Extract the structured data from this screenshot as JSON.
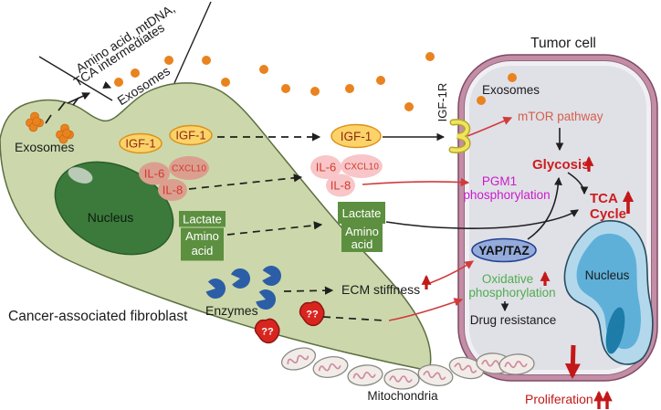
{
  "figure": {
    "fibroblast": {
      "label": "Cancer-associated fibroblast",
      "exosomes_label": "Exosomes",
      "nucleus_label": "Nucleus",
      "enzymes_label": "Enzymes",
      "unknown_factor": "??",
      "igf1_a": "IGF-1",
      "igf1_b": "IGF-1",
      "il6": "IL-6",
      "cxcl10": "CXCL10",
      "il8": "IL-8",
      "lactate": "Lactate",
      "amino_line1": "Amino",
      "amino_line2": "acid"
    },
    "secreted": {
      "cargo_line1": "Amino acid, mtDNA,",
      "cargo_line2": "TCA intermediates",
      "exosomes_label": "Exosomes",
      "igf1": "IGF-1",
      "il6": "IL-6",
      "cxcl10": "CXCL10",
      "il8": "IL-8",
      "lactate": "Lactate",
      "amino_line1": "Amino",
      "amino_line2": "acid",
      "ecm_stiffness": "ECM stiffness"
    },
    "mitochondria_label": "Mitochondria",
    "tumor": {
      "title": "Tumor cell",
      "exosomes_label": "Exosomes",
      "receptor": "IGF-1R",
      "mtor": "mTOR pathway",
      "glycosis": "Glycosis",
      "pgm1_line1": "PGM1",
      "pgm1_line2": "phosphorylation",
      "tca_line1": "TCA",
      "tca_line2": "Cycle",
      "yap_taz": "YAP/TAZ",
      "oxphos_line1": "Oxidative",
      "oxphos_line2": "phosphorylation",
      "drug_resistance": "Drug resistance",
      "nucleus_label": "Nucleus",
      "proliferation": "Proliferation"
    },
    "colors": {
      "exosome_orange": "#E8831F",
      "igf1_fill": "#FBD369",
      "igf1_text": "#8E2A15",
      "cytokine_fill_caf": "#DB9F90",
      "cytokine_fill_secreted": "#F8C6C8",
      "cytokine_text": "#D03A2E",
      "metabolite_green_box": "#5C8F3F",
      "fibroblast_fill": "#CCD8AB",
      "fibroblast_nucleus": "#3C7A3C",
      "enzyme_blue": "#2B5EA6",
      "unknown_red": "#D8261F",
      "tumor_membrane": "#C38DA6",
      "tumor_cytoplasm": "#E0E0E7",
      "mtor_text": "#D4604A",
      "upregulated_red": "#CC1D1D",
      "pgm1_magenta": "#C91DC9",
      "oxphos_green": "#4FAE4F",
      "yap_fill": "#94ABDC",
      "tumor_nucleus_blue": "#5FB0D8",
      "receptor_yellow": "#EFE45E"
    }
  }
}
